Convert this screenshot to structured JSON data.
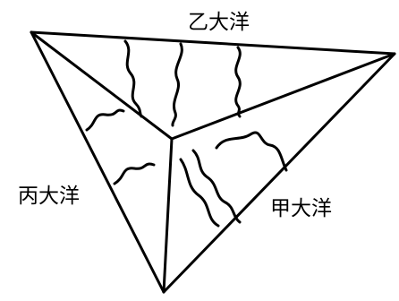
{
  "labels": {
    "ocean_top": "乙大洋",
    "ocean_left": "丙大洋",
    "ocean_right": "甲大洋"
  },
  "colors": {
    "stroke": "#000000",
    "background": "#ffffff"
  }
}
